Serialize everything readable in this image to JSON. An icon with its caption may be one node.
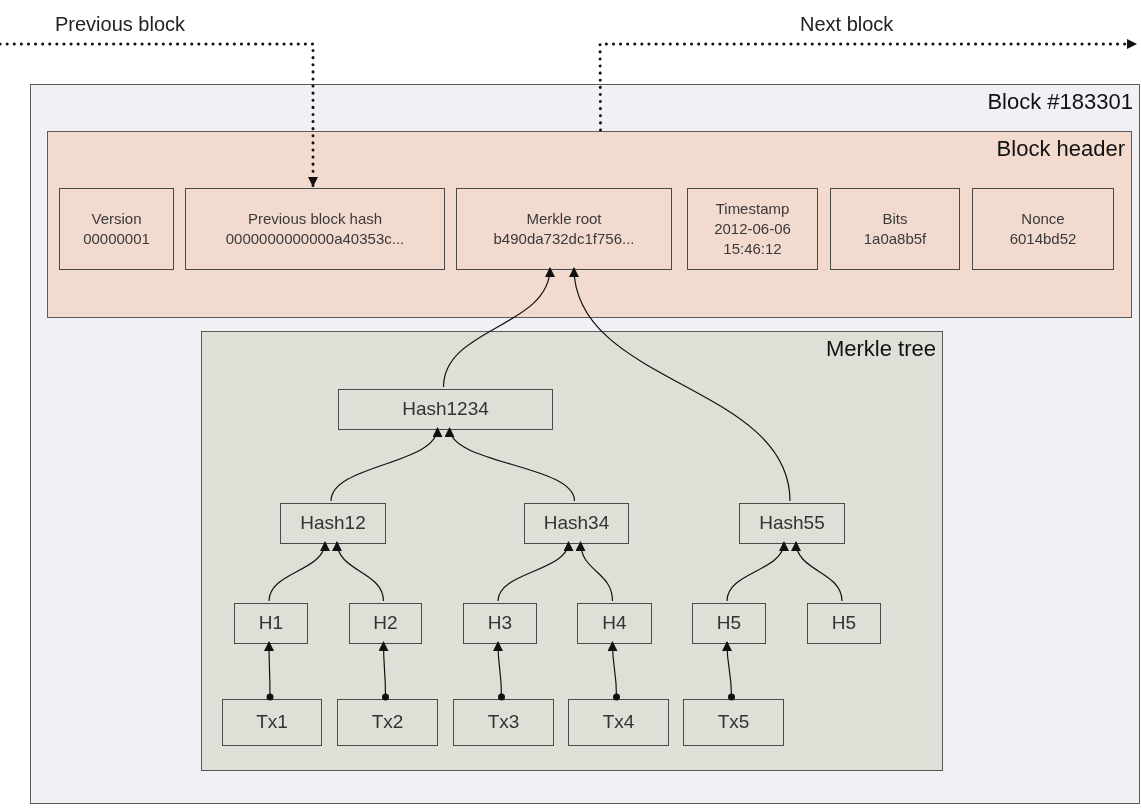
{
  "diagram": {
    "nodes": [
      {
        "text": [
          "Block #183301"
        ]
      },
      {
        "text": [
          "Block header"
        ],
        "in": 0
      },
      {
        "text": [
          "Version",
          "00000001"
        ],
        "in": 1
      },
      {
        "text": [
          "Previous block hash",
          "0000000000000a40353c..."
        ],
        "in": 1
      },
      {
        "text": [
          "Merkle root",
          "b490da732dc1f756..."
        ],
        "in": 1
      },
      {
        "text": [
          "Timestamp",
          "2012-06-06 15:46:12"
        ],
        "in": 1
      },
      {
        "text": [
          "Bits",
          "1a0a8b5f"
        ],
        "in": 1
      },
      {
        "text": [
          "Nonce",
          "6014bd52"
        ],
        "in": 1
      },
      {
        "text": [
          "Merkle tree"
        ],
        "in": 0
      },
      {
        "text": [
          "Hash1234"
        ],
        "in": 8
      },
      {
        "text": [
          "Hash12"
        ],
        "in": 8
      },
      {
        "text": [
          "Hash34"
        ],
        "in": 8
      },
      {
        "text": [
          "Hash55"
        ],
        "in": 8
      },
      {
        "text": [
          "H1"
        ],
        "in": 8
      },
      {
        "text": [
          "H2"
        ],
        "in": 8
      },
      {
        "text": [
          "H3"
        ],
        "in": 8
      },
      {
        "text": [
          "H4"
        ],
        "in": 8
      },
      {
        "text": [
          "H5"
        ],
        "in": 8
      },
      {
        "text": [
          "H5"
        ],
        "in": 8
      },
      {
        "text": [
          "Tx1"
        ],
        "in": 8
      },
      {
        "text": [
          "Tx2"
        ],
        "in": 8
      },
      {
        "text": [
          "Tx3"
        ],
        "in": 8
      },
      {
        "text": [
          "Tx4"
        ],
        "in": 8
      },
      {
        "text": [
          "Tx5"
        ],
        "in": 8
      }
    ],
    "edges": [
      {
        "from": 9,
        "to": 4,
        "arrow": "to"
      },
      {
        "from": 12,
        "to": 4,
        "arrow": "to"
      },
      {
        "from": 10,
        "to": 9,
        "arrow": "to"
      },
      {
        "from": 11,
        "to": 9,
        "arrow": "to"
      },
      {
        "from": 13,
        "to": 10,
        "arrow": "to"
      },
      {
        "from": 14,
        "to": 10,
        "arrow": "to"
      },
      {
        "from": 15,
        "to": 11,
        "arrow": "to"
      },
      {
        "from": 16,
        "to": 11,
        "arrow": "to"
      },
      {
        "from": 17,
        "to": 12,
        "arrow": "to"
      },
      {
        "from": 18,
        "to": 12,
        "arrow": "to"
      },
      {
        "from": 19,
        "to": 13,
        "arrow": "to"
      },
      {
        "from": 20,
        "to": 14,
        "arrow": "to"
      },
      {
        "from": 21,
        "to": 15,
        "arrow": "to"
      },
      {
        "from": 22,
        "to": 16,
        "arrow": "to"
      },
      {
        "from": 23,
        "to": 17,
        "arrow": "to"
      },
      {
        "from": null,
        "to": 3,
        "arrow": "to",
        "style": "dashed"
      },
      {
        "from": 1,
        "to": null,
        "arrow": "to",
        "style": "dashed"
      }
    ],
    "labels": [
      "Previous block",
      "Next block"
    ]
  }
}
